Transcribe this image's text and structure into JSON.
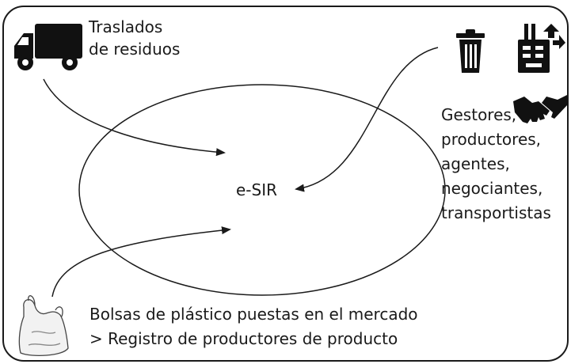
{
  "diagram": {
    "center": {
      "label": "e-SIR"
    },
    "truck_block": {
      "icon": "truck-icon",
      "lines": [
        "Traslados",
        "de residuos"
      ]
    },
    "actors_block": {
      "icons": [
        "trash-bin-icon",
        "factory-recycle-icon",
        "handshake-icon"
      ],
      "lines": [
        "Gestores,",
        "productores,",
        "agentes,",
        "negociantes,",
        "transportistas"
      ]
    },
    "bags_block": {
      "icon": "plastic-bag-icon",
      "lines": [
        "Bolsas de plástico puestas en el mercado",
        "> Registro de productores de producto"
      ]
    },
    "colors": {
      "ink": "#1a1a1a",
      "icon": "#111111",
      "background": "#ffffff"
    }
  }
}
